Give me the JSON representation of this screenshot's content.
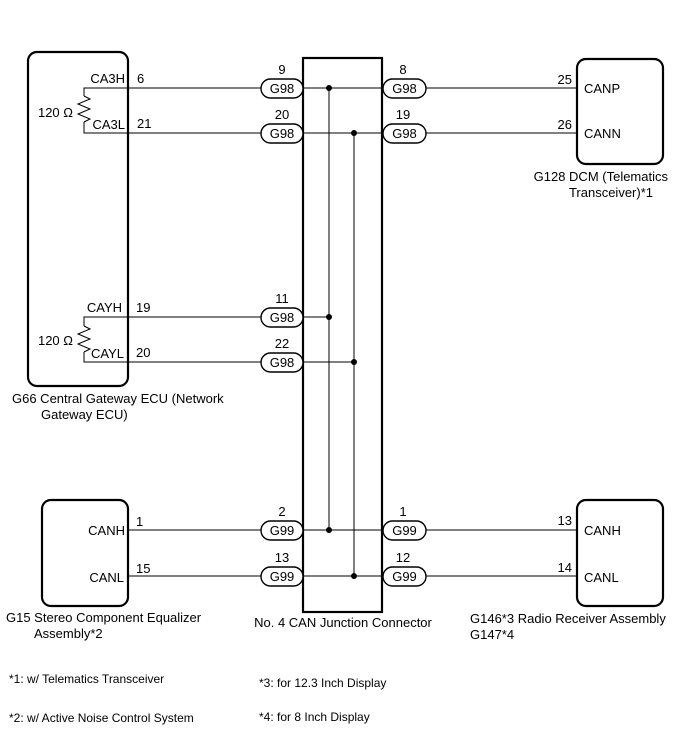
{
  "g66": {
    "name_line1": "G66  Central Gateway ECU (Network",
    "name_line2": "Gateway ECU)",
    "resistor_top": "120 Ω",
    "resistor_bottom": "120 Ω",
    "pins": [
      {
        "label": "CA3H",
        "num": "6"
      },
      {
        "label": "CA3L",
        "num": "21"
      },
      {
        "label": "CAYH",
        "num": "19"
      },
      {
        "label": "CAYL",
        "num": "20"
      }
    ]
  },
  "g128": {
    "name_line1": "G128  DCM (Telematics",
    "name_line2": "Transceiver)*1",
    "pins": [
      {
        "label": "CANP",
        "num": "25"
      },
      {
        "label": "CANN",
        "num": "26"
      }
    ]
  },
  "g15": {
    "name_line1": "G15  Stereo Component Equalizer",
    "name_line2": "Assembly*2",
    "pins": [
      {
        "label": "CANH",
        "num": "1"
      },
      {
        "label": "CANL",
        "num": "15"
      }
    ]
  },
  "radio": {
    "name_line1": "G146*3  Radio Receiver Assembly",
    "name_line2": "G147*4",
    "pins": [
      {
        "label": "CANH",
        "num": "13"
      },
      {
        "label": "CANL",
        "num": "14"
      }
    ]
  },
  "junction": {
    "name": "No. 4 CAN Junction Connector",
    "left": [
      {
        "connector": "G98",
        "pin": "9"
      },
      {
        "connector": "G98",
        "pin": "20"
      },
      {
        "connector": "G98",
        "pin": "11"
      },
      {
        "connector": "G98",
        "pin": "22"
      },
      {
        "connector": "G99",
        "pin": "2"
      },
      {
        "connector": "G99",
        "pin": "13"
      }
    ],
    "right": [
      {
        "connector": "G98",
        "pin": "8"
      },
      {
        "connector": "G98",
        "pin": "19"
      },
      {
        "connector": "G99",
        "pin": "1"
      },
      {
        "connector": "G99",
        "pin": "12"
      }
    ]
  },
  "notes": {
    "n1": "*1: w/ Telematics Transceiver",
    "n2": "*2: w/ Active Noise Control System",
    "n3": "*3: for 12.3 Inch Display",
    "n4": "*4: for 8 Inch Display"
  }
}
